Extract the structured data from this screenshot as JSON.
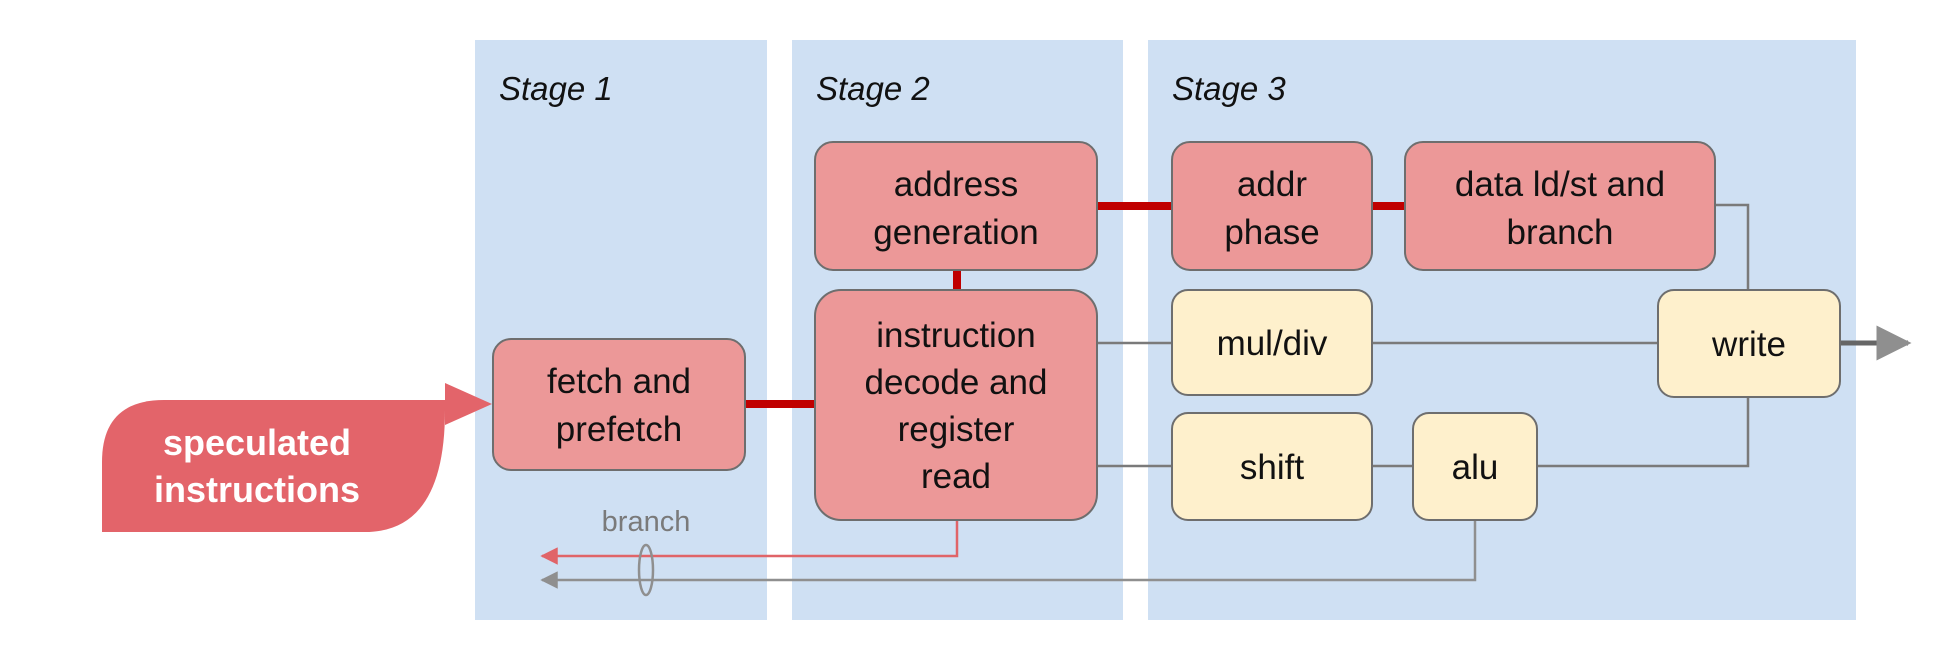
{
  "stages": [
    {
      "label": "Stage 1"
    },
    {
      "label": "Stage 2"
    },
    {
      "label": "Stage 3"
    }
  ],
  "blocks": {
    "fetch": {
      "lines": [
        "fetch and",
        "prefetch"
      ]
    },
    "addrgen": {
      "lines": [
        "address",
        "generation"
      ]
    },
    "decode": {
      "lines": [
        "instruction",
        "decode and",
        "register",
        "read"
      ]
    },
    "addrphase": {
      "lines": [
        "addr",
        "phase"
      ]
    },
    "datald": {
      "lines": [
        "data ld/st and",
        "branch"
      ]
    },
    "muldiv": {
      "lines": [
        "mul/div"
      ]
    },
    "shift": {
      "lines": [
        "shift"
      ]
    },
    "alu": {
      "lines": [
        "alu"
      ]
    },
    "write": {
      "lines": [
        "write"
      ]
    }
  },
  "input": {
    "lines": [
      "speculated",
      "instructions"
    ]
  },
  "branch_label": "branch",
  "colors": {
    "stage_bg": "#cfe0f3",
    "red_block": "#ec9898",
    "yellow_block": "#fef0cc",
    "input_fill": "#e3646a",
    "red_link": "#c00000",
    "gray_line": "#7a7a7a",
    "red_arrow": "#e06468"
  }
}
